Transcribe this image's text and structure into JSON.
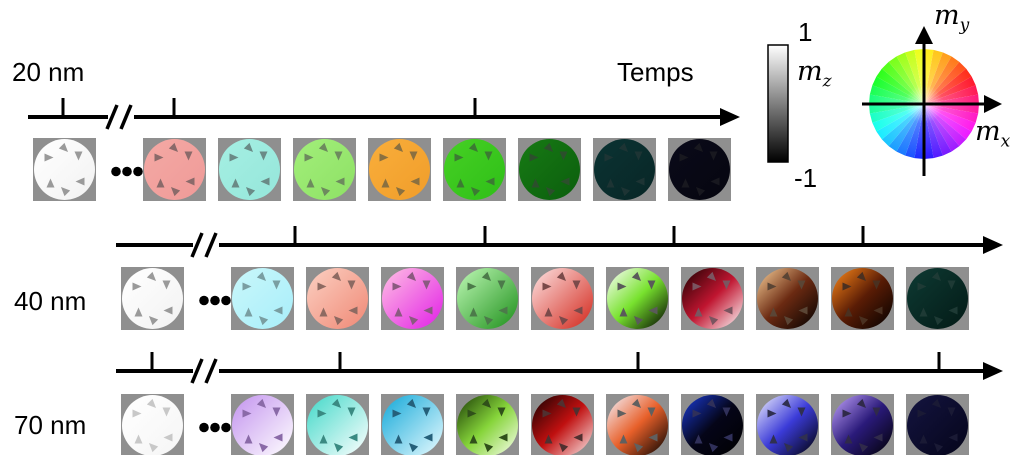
{
  "rows": [
    {
      "label": "20 nm",
      "axis_label": "Temps",
      "cells": [
        {
          "type": "gradient",
          "colors": [
            "#ffffff",
            "#f2f2f2"
          ],
          "arrow": "#9a9a9a"
        },
        {
          "type": "ellipsis"
        },
        {
          "type": "gradient",
          "colors": [
            "#f4a9a4",
            "#ef9a98"
          ],
          "arrow": "#8a6a6a"
        },
        {
          "type": "gradient",
          "colors": [
            "#a5efe3",
            "#95e6da"
          ],
          "arrow": "#6a8a86"
        },
        {
          "type": "gradient",
          "colors": [
            "#a2ef7a",
            "#8ee065"
          ],
          "arrow": "#6d8a5e"
        },
        {
          "type": "gradient",
          "colors": [
            "#f9ae3b",
            "#f09d2a"
          ],
          "arrow": "#8a7040"
        },
        {
          "type": "gradient",
          "colors": [
            "#46d024",
            "#2fbf18"
          ],
          "arrow": "#3c7a33"
        },
        {
          "type": "gradient",
          "colors": [
            "#177a14",
            "#0b5e0d"
          ],
          "arrow": "#2c4f2c"
        },
        {
          "type": "gradient",
          "colors": [
            "#0b3333",
            "#082626"
          ],
          "arrow": "#1d3434"
        },
        {
          "type": "gradient",
          "colors": [
            "#0a0a1a",
            "#06060f"
          ],
          "arrow": "#18181f"
        }
      ]
    },
    {
      "label": "40 nm",
      "cells": [
        {
          "type": "gradient",
          "colors": [
            "#ffffff",
            "#f2f2f2"
          ],
          "arrow": "#9a9a9a"
        },
        {
          "type": "ellipsis"
        },
        {
          "type": "gradient",
          "colors": [
            "#c9f7fb",
            "#a8eef9"
          ],
          "arrow": "#7a9ea2"
        },
        {
          "type": "gradient",
          "colors": [
            "#fbd0c2",
            "#f08875"
          ],
          "arrow": "#8d6a62"
        },
        {
          "type": "gradient",
          "colors": [
            "#ffc1e3",
            "#e21ee6"
          ],
          "arrow": "#8a5a80"
        },
        {
          "type": "gradient",
          "colors": [
            "#bff9b6",
            "#1d8f1a"
          ],
          "arrow": "#4c7a4a"
        },
        {
          "type": "gradient",
          "colors": [
            "#fde3e3",
            "#d2261a"
          ],
          "arrow": "#7a4a4a"
        },
        {
          "type": "gradient",
          "colors": [
            "#ffffff",
            "#78e22e",
            "#000000"
          ],
          "arrow": "#5a5a5a"
        },
        {
          "type": "gradient",
          "colors": [
            "#1a0000",
            "#c01530",
            "#ffffff"
          ],
          "arrow": "#7a5560"
        },
        {
          "type": "gradient",
          "colors": [
            "#fbd29a",
            "#6b2a12",
            "#000000"
          ],
          "arrow": "#5a4535"
        },
        {
          "type": "gradient",
          "colors": [
            "#ff8a1a",
            "#5a1c05",
            "#000000"
          ],
          "arrow": "#4a3020"
        },
        {
          "type": "gradient",
          "colors": [
            "#0e3a33",
            "#031a16"
          ],
          "arrow": "#1e3a35"
        }
      ]
    },
    {
      "label": "70 nm",
      "cells": [
        {
          "type": "gradient",
          "colors": [
            "#ffffff",
            "#f5f5f5"
          ],
          "arrow": "#c8c8c8"
        },
        {
          "type": "ellipsis"
        },
        {
          "type": "gradient",
          "colors": [
            "#c292ee",
            "#ffffff"
          ],
          "arrow": "#8a6aa8"
        },
        {
          "type": "gradient",
          "colors": [
            "#41d8c8",
            "#ffffff"
          ],
          "arrow": "#3a8a82"
        },
        {
          "type": "gradient",
          "colors": [
            "#12a8d8",
            "#e9fbff"
          ],
          "arrow": "#25607a"
        },
        {
          "type": "gradient",
          "colors": [
            "#1a3a05",
            "#86d43a",
            "#fbfff0"
          ],
          "arrow": "#30501a"
        },
        {
          "type": "gradient",
          "colors": [
            "#120000",
            "#c01010",
            "#fbecec"
          ],
          "arrow": "#503030"
        },
        {
          "type": "gradient",
          "colors": [
            "#f5f5ff",
            "#e8602a",
            "#000000"
          ],
          "arrow": "#606060"
        },
        {
          "type": "gradient",
          "colors": [
            "#1a3bd8",
            "#050518",
            "#000000"
          ],
          "arrow": "#30305a"
        },
        {
          "type": "gradient",
          "colors": [
            "#f0f0ff",
            "#3b3bd8",
            "#000000"
          ],
          "arrow": "#303050"
        },
        {
          "type": "gradient",
          "colors": [
            "#c5a5ff",
            "#2a1a7a",
            "#000000"
          ],
          "arrow": "#302a4a"
        },
        {
          "type": "gradient",
          "colors": [
            "#141440",
            "#05051a"
          ],
          "arrow": "#1a1a35"
        }
      ]
    }
  ],
  "colorbar": {
    "label": "m",
    "label_sub": "z",
    "max": "1",
    "min": "-1",
    "colors": [
      "#ffffff",
      "#000000"
    ]
  },
  "color_wheel": {
    "x_label": "m",
    "x_sub": "x",
    "y_label": "m",
    "y_sub": "y"
  },
  "colors": {
    "axis": "#000000",
    "cell_bg": "#8f8f8f"
  }
}
